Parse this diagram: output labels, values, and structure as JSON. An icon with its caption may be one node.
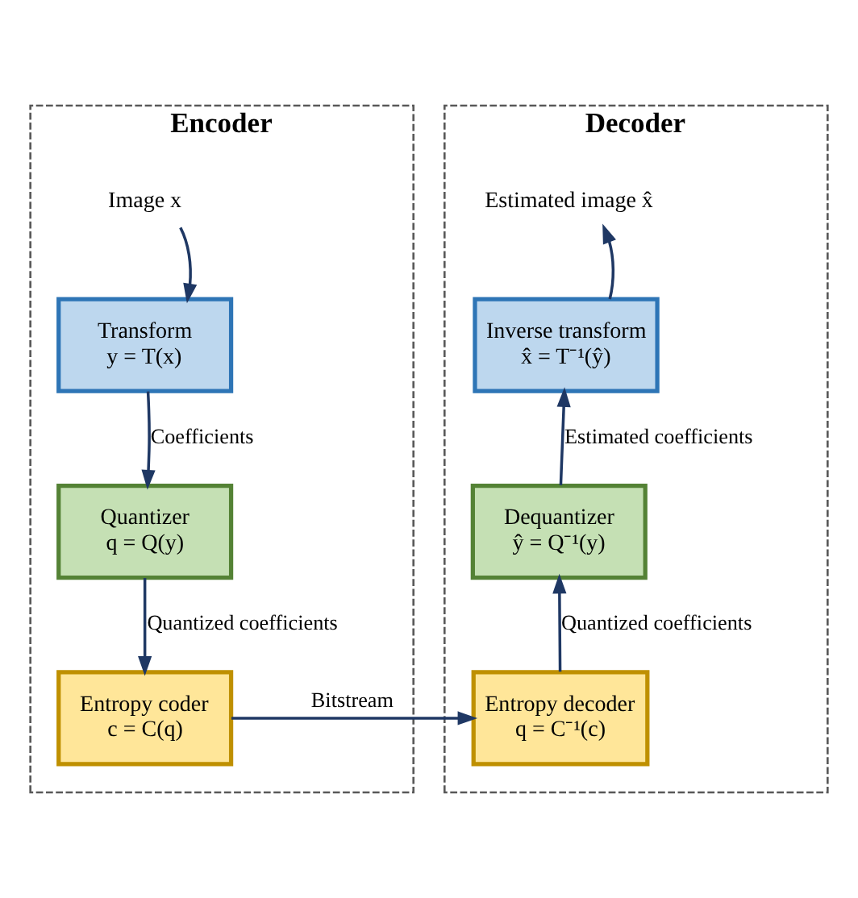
{
  "diagram": {
    "nodes": [
      {
        "text": [
          "Encoder"
        ]
      },
      {
        "text": [
          "Image x"
        ],
        "in": 0
      },
      {
        "text": [
          "Transform",
          "y = T(x)"
        ],
        "in": 0
      },
      {
        "text": [
          "Quantizer",
          "q = Q(y)"
        ],
        "in": 0
      },
      {
        "text": [
          "Entropy coder",
          "c = C(q)"
        ],
        "in": 0
      },
      {
        "text": [
          "Decoder"
        ]
      },
      {
        "text": [
          "Estimated image x̂"
        ],
        "in": 5
      },
      {
        "text": [
          "Inverse transform",
          "x̂ = T⁻¹(ŷ)"
        ],
        "in": 5
      },
      {
        "text": [
          "Dequantizer",
          "ŷ = Q⁻¹(y)"
        ],
        "in": 5
      },
      {
        "text": [
          "Entropy decoder",
          "q = C⁻¹(c)"
        ],
        "in": 5
      }
    ],
    "edges": [
      {
        "from": 1,
        "to": 2,
        "arrow": "to"
      },
      {
        "from": 2,
        "to": 3,
        "arrow": "to",
        "label": "Coefficients"
      },
      {
        "from": 3,
        "to": 4,
        "arrow": "to",
        "label": "Quantized coefficients"
      },
      {
        "from": 4,
        "to": 9,
        "arrow": "to",
        "label": "Bitstream"
      },
      {
        "from": 9,
        "to": 8,
        "arrow": "to",
        "label": "Quantized coefficients"
      },
      {
        "from": 8,
        "to": 7,
        "arrow": "to",
        "label": "Estimated coefficients"
      },
      {
        "from": 7,
        "to": 6,
        "arrow": "to"
      }
    ]
  }
}
